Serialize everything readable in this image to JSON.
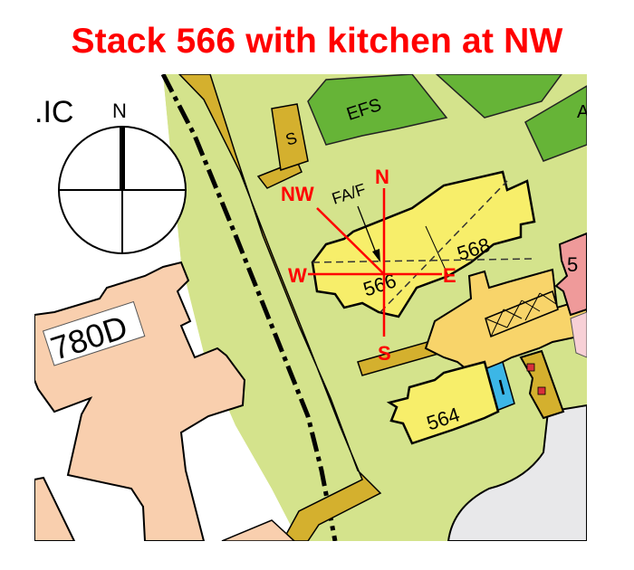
{
  "title": "Stack 566 with kitchen at NW",
  "colors": {
    "title": "#ff0000",
    "grass": "#d4e38c",
    "walkway": "#d4b02e",
    "block_yellow": "#f7ee6a",
    "void_deck": "#f8d46a",
    "green_area": "#66b437",
    "building_780d": "#f9cfae",
    "pink_block": "#ef9a9a",
    "light_pink": "#f7d0d6",
    "blue_lift": "#3cb6e6",
    "road_grey": "#e8e8ea",
    "annotation_red": "#ff0000"
  },
  "map": {
    "north_arrow": {
      "label": "N"
    },
    "partial_label_left": ".IC",
    "buildings": [
      {
        "id": "780d",
        "label": "780D"
      },
      {
        "id": "566",
        "label": "566"
      },
      {
        "id": "568",
        "label": "568"
      },
      {
        "id": "564",
        "label": "564"
      },
      {
        "id": "5xx",
        "label": "5"
      }
    ],
    "areas": [
      {
        "id": "efs",
        "label": "EFS"
      },
      {
        "id": "a-area",
        "label": "A"
      },
      {
        "id": "s-shelter",
        "label": "S"
      }
    ],
    "fa_label": "FA/F"
  },
  "annotation": {
    "n": "N",
    "s": "S",
    "e": "E",
    "w": "W",
    "nw": "NW"
  }
}
